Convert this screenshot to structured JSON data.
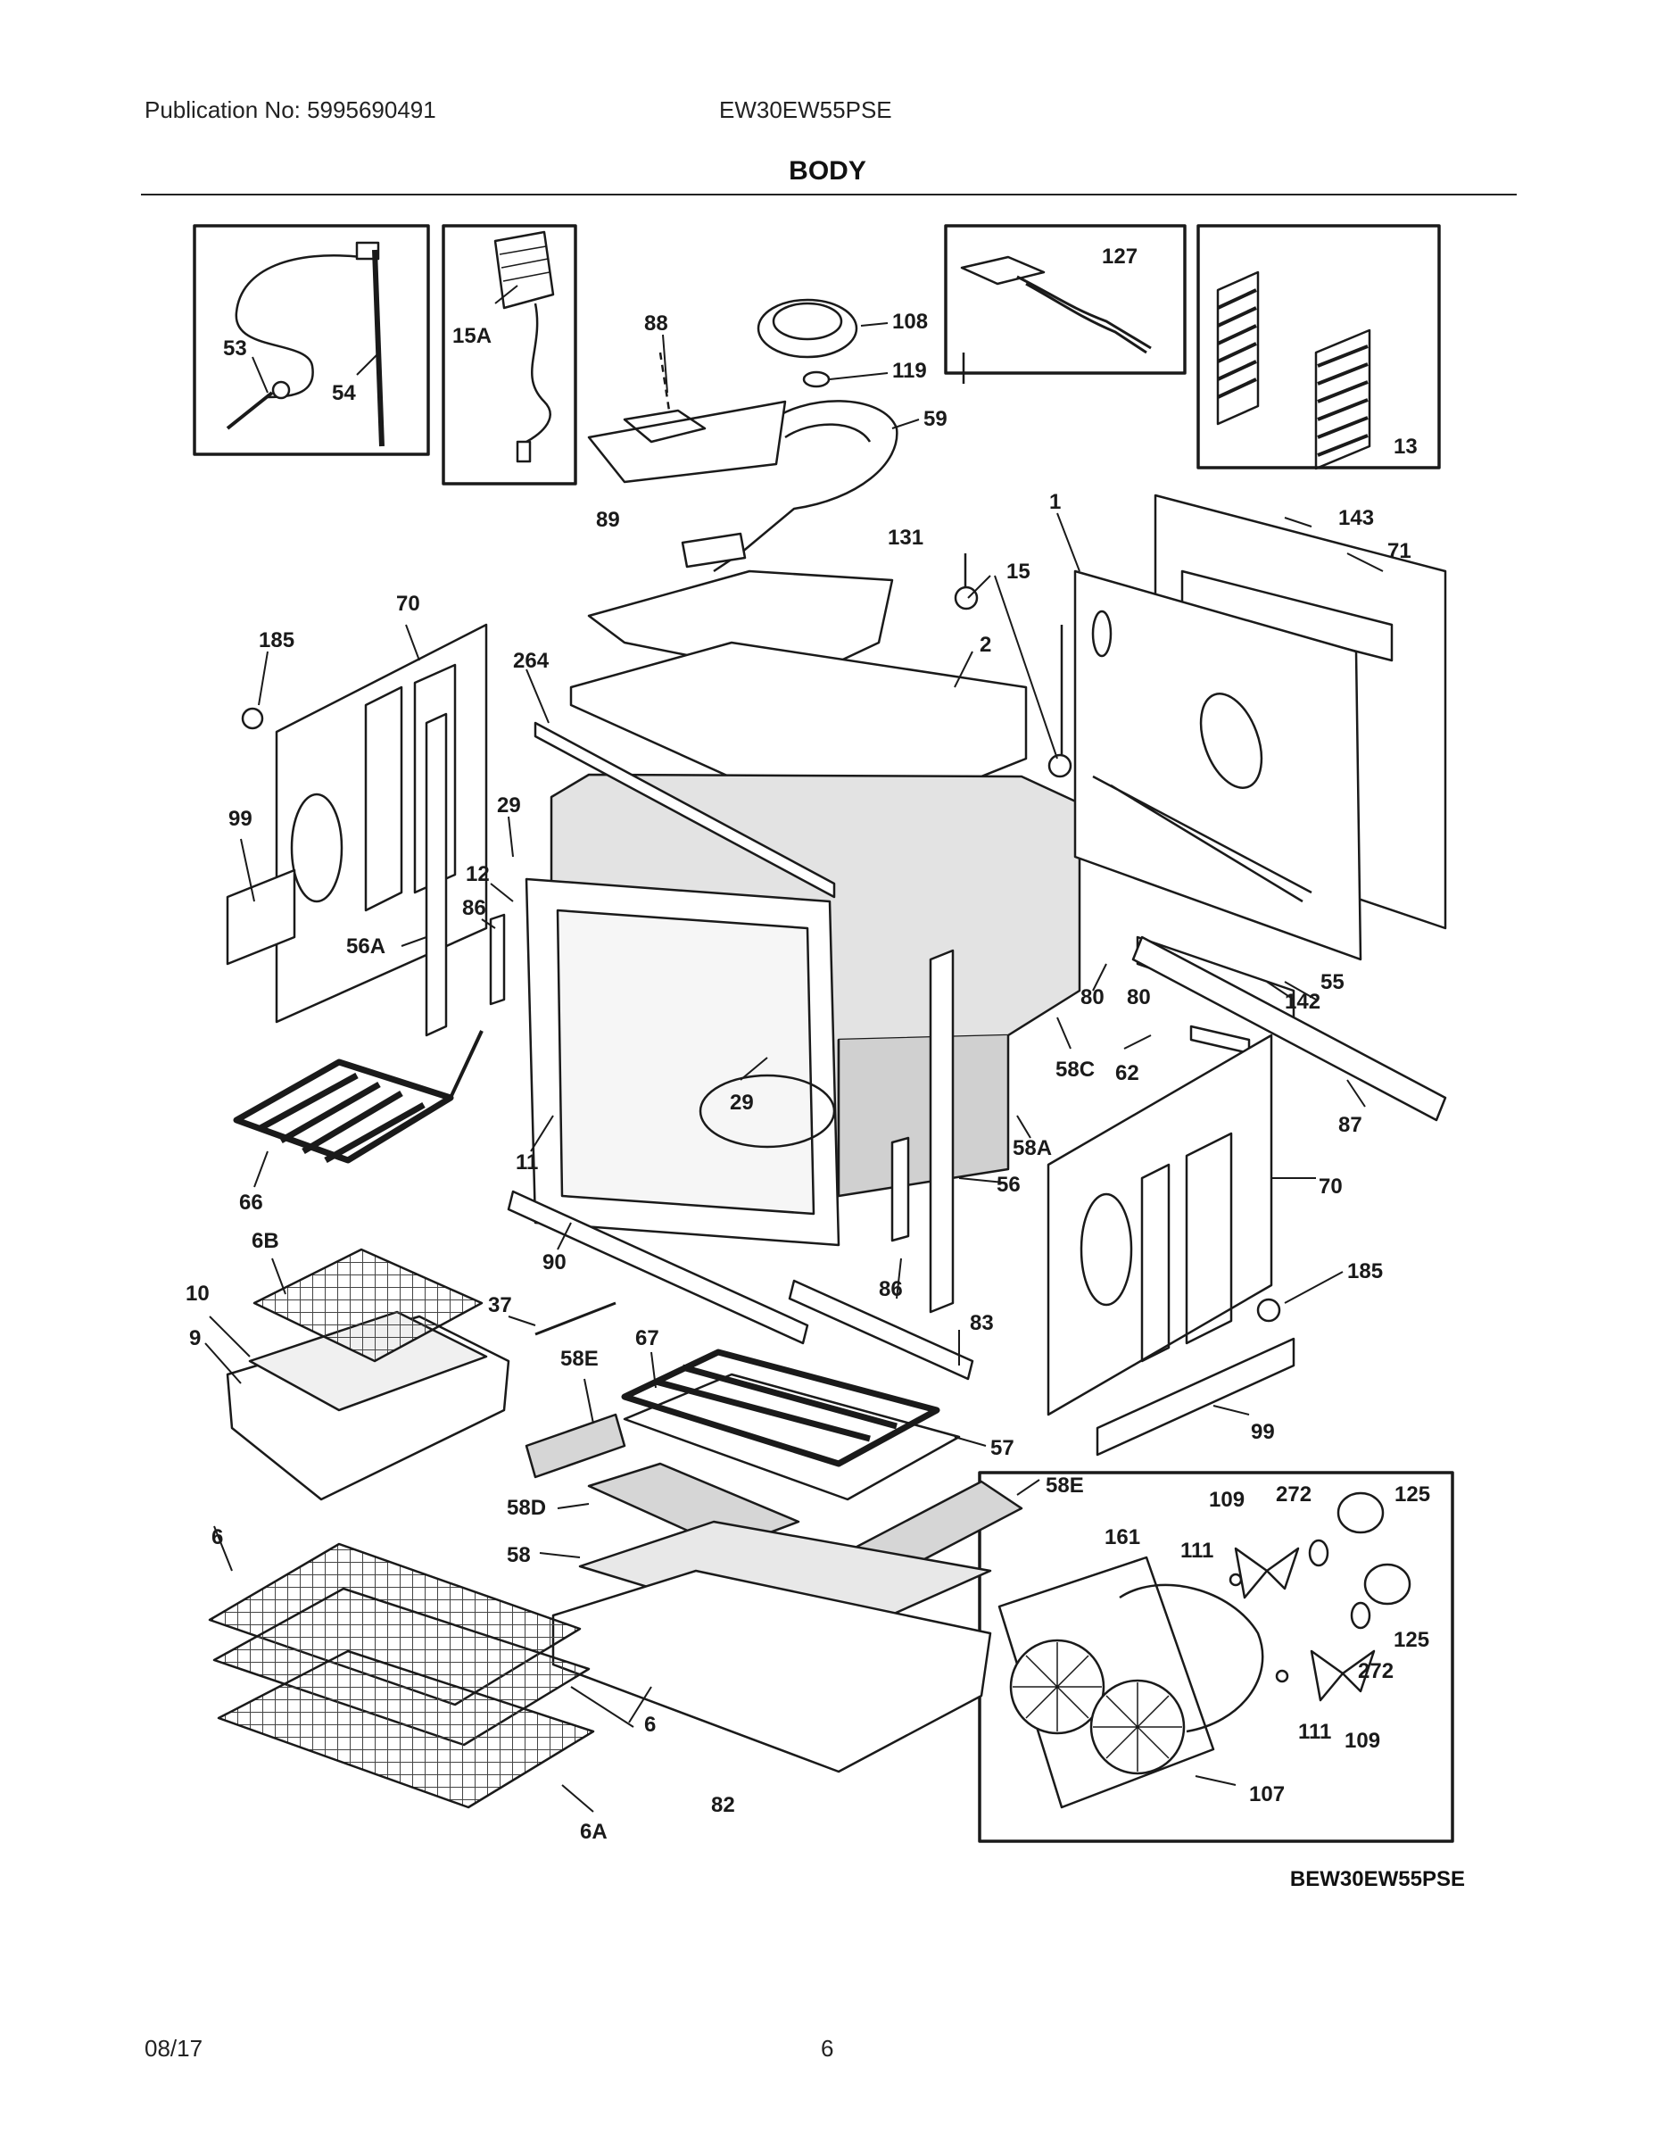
{
  "header": {
    "publication": "Publication No: 5995690491",
    "model": "EW30EW55PSE"
  },
  "section_title": "BODY",
  "diagram_code": "BEW30EW55PSE",
  "footer": {
    "date": "08/17",
    "page": "6"
  },
  "labels": {
    "p53": "53",
    "p54": "54",
    "p15A": "15A",
    "p88": "88",
    "p108": "108",
    "p119": "119",
    "p59": "59",
    "p127": "127",
    "p13": "13",
    "p89": "89",
    "p131": "131",
    "p1": "1",
    "p143": "143",
    "p71": "71",
    "p15": "15",
    "p70a": "70",
    "p185a": "185",
    "p264": "264",
    "p2": "2",
    "p99a": "99",
    "p29a": "29",
    "p12": "12",
    "p86a": "86",
    "p56A": "56A",
    "p80a": "80",
    "p80b": "80",
    "p55": "55",
    "p142": "142",
    "p58C": "58C",
    "p62": "62",
    "p87": "87",
    "p29b": "29",
    "p66": "66",
    "p11": "11",
    "p58A": "58A",
    "p56": "56",
    "p70b": "70",
    "p6B": "6B",
    "p90": "90",
    "p185b": "185",
    "p10": "10",
    "p37": "37",
    "p86b": "86",
    "p9": "9",
    "p67": "67",
    "p58Ea": "58E",
    "p83": "83",
    "p99b": "99",
    "p57": "57",
    "p58Eb": "58E",
    "p58D": "58D",
    "p6a": "6",
    "p58": "58",
    "p109a": "109",
    "p272a": "272",
    "p125a": "125",
    "p161": "161",
    "p111a": "111",
    "p125b": "125",
    "p6b": "6",
    "p272b": "272",
    "p111b": "111",
    "p109b": "109",
    "p82": "82",
    "p107": "107",
    "p6A": "6A"
  }
}
